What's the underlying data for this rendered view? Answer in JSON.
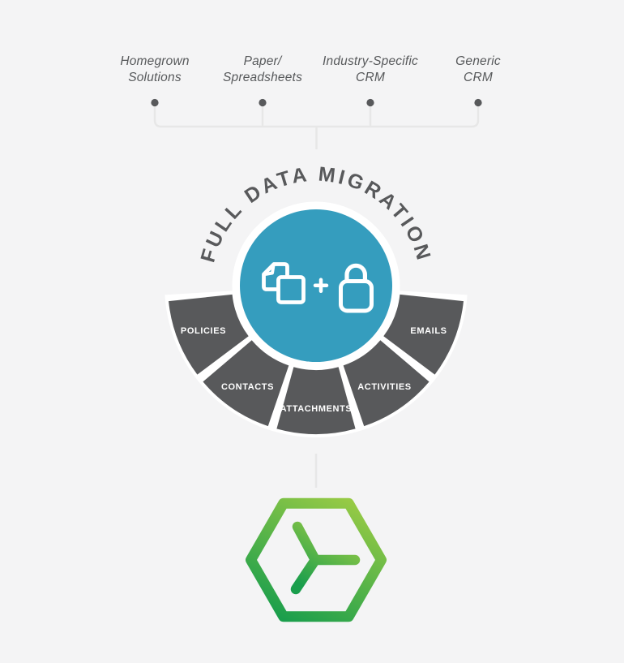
{
  "sources": [
    {
      "line1": "Homegrown",
      "line2": "Solutions"
    },
    {
      "line1": "Paper/",
      "line2": "Spreadsheets"
    },
    {
      "line1": "Industry-Specific",
      "line2": "CRM"
    },
    {
      "line1": "Generic",
      "line2": "CRM"
    }
  ],
  "hub": {
    "title": "FULL DATA MIGRATION",
    "icons": [
      "documents-icon",
      "plus-icon",
      "lock-icon"
    ]
  },
  "segments": [
    {
      "label": "POLICIES"
    },
    {
      "label": "CONTACTS"
    },
    {
      "label": "ATTACHMENTS"
    },
    {
      "label": "ACTIVITIES"
    },
    {
      "label": "EMAILS"
    }
  ],
  "logo": {
    "icon": "hexagon-network-icon"
  },
  "colors": {
    "background": "#f4f4f5",
    "hub_teal": "#359dbe",
    "segment_gray": "#58595b",
    "text_gray": "#57595b",
    "connector_gray": "#e7e7e7",
    "label_white": "#ffffff",
    "logo_green_light": "#97ca45",
    "logo_green_dark": "#1a9e4c"
  }
}
